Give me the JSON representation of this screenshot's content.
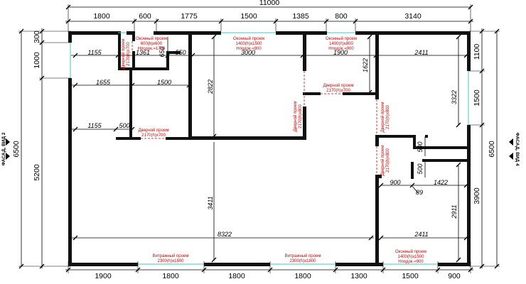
{
  "overall": {
    "width": "11000",
    "left_height": "6500",
    "right_height": "6500"
  },
  "top_chain": [
    "1800",
    "600",
    "1775",
    "1500",
    "1385",
    "800",
    "3140"
  ],
  "bottom_chain": [
    "1900",
    "1800",
    "1800",
    "1800",
    "1300",
    "1500",
    "900"
  ],
  "left_chain": [
    "300",
    "1000",
    "5200"
  ],
  "right_chain": [
    "1100",
    "1500",
    "3900"
  ],
  "facades": {
    "left": "ФАСАД, ВИД 2",
    "right": "ФАСАД, ВИД 4"
  },
  "interior_dims": {
    "d1155a": "1155",
    "d1361": "1361",
    "d650": "650",
    "d550": "550",
    "d3000": "3000",
    "d1900": "1900",
    "d2411a": "2411",
    "d1655": "1655",
    "d1500": "1500",
    "d2822": "2822",
    "d1622": "1622",
    "d3322": "3322",
    "d1155b": "1155",
    "d500a": "500",
    "d500b": "500",
    "d500c": "500",
    "d900": "900",
    "d1422": "1422",
    "d89": "89",
    "d3411": "3411",
    "d2911": "2911",
    "d8322": "8322",
    "d2411b": "2411"
  },
  "openings": {
    "w1": [
      "Оконный проем",
      "600(h)x600",
      "Нподок.=1700"
    ],
    "w2": [
      "Оконный проем",
      "1400(h)x1500",
      "Нподок.=900"
    ],
    "w3": [
      "Оконный проем",
      "1400(h)x800",
      "Нподок.=900"
    ],
    "w4": [
      "Оконный проем",
      "1400(h)x1500",
      "Нподок.=900"
    ],
    "d_vert1": [
      "Дверной проем",
      "2170(h)x700"
    ],
    "d_hor1": [
      "Дверной проем",
      "2170(h)x700"
    ],
    "d_hor2": [
      "Дверной проем",
      "2170(h)x700"
    ],
    "d_vert2": [
      "Дверной проем",
      "2170(h)x800"
    ],
    "d_vert3": [
      "Дверной проем",
      "2170(h)x800"
    ],
    "d_vert4": [
      "Дверной проем",
      "2170(h)x800"
    ],
    "v1": [
      "Витражный проем",
      "2300(h)x1800"
    ],
    "v2": [
      "Витражный проем",
      "2300(h)x1800"
    ]
  }
}
